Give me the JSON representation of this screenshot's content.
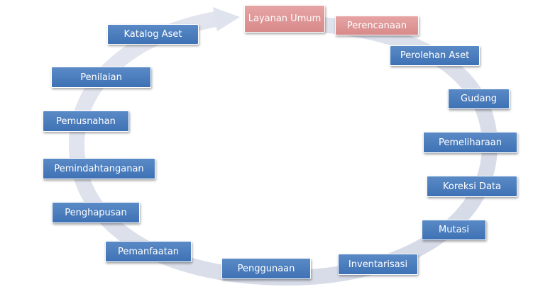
{
  "diagram": {
    "colors": {
      "node": "#4a7ebf",
      "highlight": "#dc9090",
      "arrow": "#dde1ec"
    },
    "nodes": [
      {
        "id": "layanan-umum",
        "label": "Layanan Umum",
        "highlight": true
      },
      {
        "id": "perencanaan",
        "label": "Perencanaan",
        "highlight": true
      },
      {
        "id": "perolehan-aset",
        "label": "Perolehan Aset",
        "highlight": false
      },
      {
        "id": "gudang",
        "label": "Gudang",
        "highlight": false
      },
      {
        "id": "pemeliharaan",
        "label": "Pemeliharaan",
        "highlight": false
      },
      {
        "id": "koreksi-data",
        "label": "Koreksi Data",
        "highlight": false
      },
      {
        "id": "mutasi",
        "label": "Mutasi",
        "highlight": false
      },
      {
        "id": "inventarisasi",
        "label": "Inventarisasi",
        "highlight": false
      },
      {
        "id": "penggunaan",
        "label": "Penggunaan",
        "highlight": false
      },
      {
        "id": "pemanfaatan",
        "label": "Pemanfaatan",
        "highlight": false
      },
      {
        "id": "penghapusan",
        "label": "Penghapusan",
        "highlight": false
      },
      {
        "id": "pemindahtanganan",
        "label": "Pemindahtanganan",
        "highlight": false
      },
      {
        "id": "pemusnahan",
        "label": "Pemusnahan",
        "highlight": false
      },
      {
        "id": "penilaian",
        "label": "Penilaian",
        "highlight": false
      },
      {
        "id": "katalog-aset",
        "label": "Katalog Aset",
        "highlight": false
      }
    ]
  }
}
